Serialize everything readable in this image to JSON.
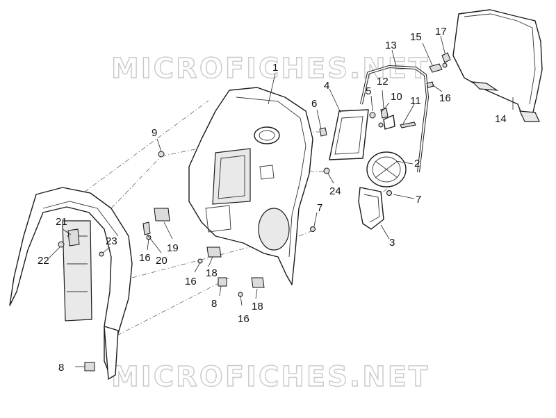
{
  "watermark": {
    "top": "MICROFICHES.NET",
    "bottom": "MICROFICHES.NET"
  },
  "callouts": [
    {
      "id": "c1",
      "label": "1"
    },
    {
      "id": "c2",
      "label": "2"
    },
    {
      "id": "c3",
      "label": "3"
    },
    {
      "id": "c4",
      "label": "4"
    },
    {
      "id": "c5",
      "label": "5"
    },
    {
      "id": "c6",
      "label": "6"
    },
    {
      "id": "c7a",
      "label": "7"
    },
    {
      "id": "c7b",
      "label": "7"
    },
    {
      "id": "c8a",
      "label": "8"
    },
    {
      "id": "c8b",
      "label": "8"
    },
    {
      "id": "c9",
      "label": "9"
    },
    {
      "id": "c10",
      "label": "10"
    },
    {
      "id": "c11",
      "label": "11"
    },
    {
      "id": "c12",
      "label": "12"
    },
    {
      "id": "c13",
      "label": "13"
    },
    {
      "id": "c14",
      "label": "14"
    },
    {
      "id": "c15",
      "label": "15"
    },
    {
      "id": "c16a",
      "label": "16"
    },
    {
      "id": "c16b",
      "label": "16"
    },
    {
      "id": "c16c",
      "label": "16"
    },
    {
      "id": "c16d",
      "label": "16"
    },
    {
      "id": "c17",
      "label": "17"
    },
    {
      "id": "c18a",
      "label": "18"
    },
    {
      "id": "c18b",
      "label": "18"
    },
    {
      "id": "c19",
      "label": "19"
    },
    {
      "id": "c20",
      "label": "20"
    },
    {
      "id": "c21",
      "label": "21"
    },
    {
      "id": "c22",
      "label": "22"
    },
    {
      "id": "c23",
      "label": "23"
    },
    {
      "id": "c24",
      "label": "24"
    }
  ]
}
